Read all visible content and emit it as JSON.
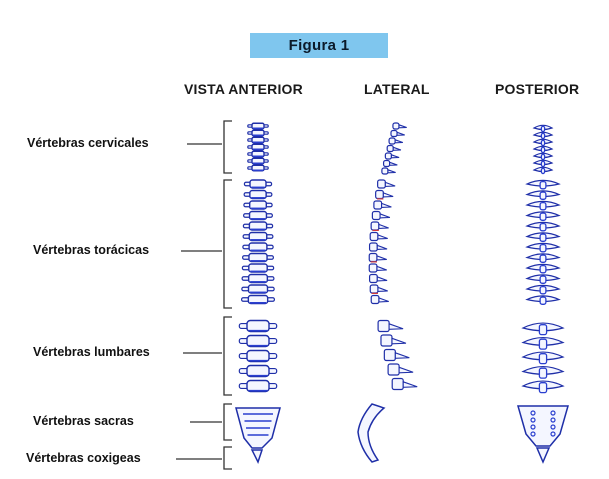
{
  "figure": {
    "title": "Figura 1",
    "views": {
      "anterior": "VISTA ANTERIOR",
      "lateral": "LATERAL",
      "posterior": "POSTERIOR"
    },
    "regions": [
      {
        "id": "cervical",
        "label": "Vértebras cervicales",
        "count": 7
      },
      {
        "id": "toracica",
        "label": "Vértebras torácicas",
        "count": 12
      },
      {
        "id": "lumbar",
        "label": "Vértebras lumbares",
        "count": 5
      },
      {
        "id": "sacra",
        "label": "Vértebras sacras"
      },
      {
        "id": "coxigea",
        "label": "Vértebras coxigeas"
      }
    ],
    "colors": {
      "title_bg": "#7fc6ee",
      "bone_fill": "#f4f6ff",
      "bone_outline": "#1f2fa8",
      "bone_shadow": "#2a3fcf",
      "accent_red": "#d23a3a",
      "bracket": "#333333"
    }
  }
}
